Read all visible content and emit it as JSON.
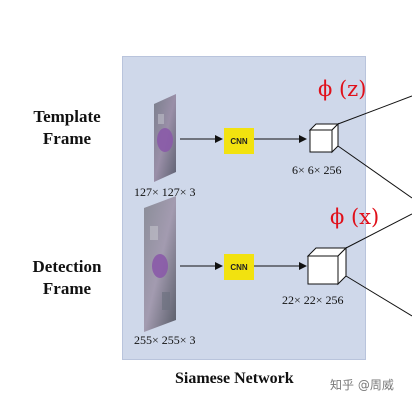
{
  "labels": {
    "template_frame": "Template\nFrame",
    "detection_frame": "Detection\nFrame"
  },
  "template": {
    "input_size": "127× 127× 3",
    "cnn_label": "CNN",
    "feature_size": "6× 6× 256",
    "feature_name": "ϕ (z)"
  },
  "detection": {
    "input_size": "255× 255× 3",
    "cnn_label": "CNN",
    "feature_size": "22× 22× 256",
    "feature_name": "ϕ (x)"
  },
  "caption": "Siamese Network",
  "watermark": "知乎 @周威",
  "colors": {
    "panel": "#cfd8ea",
    "cnn_box": "#f2e20f",
    "phi_text": "#e0101a"
  }
}
